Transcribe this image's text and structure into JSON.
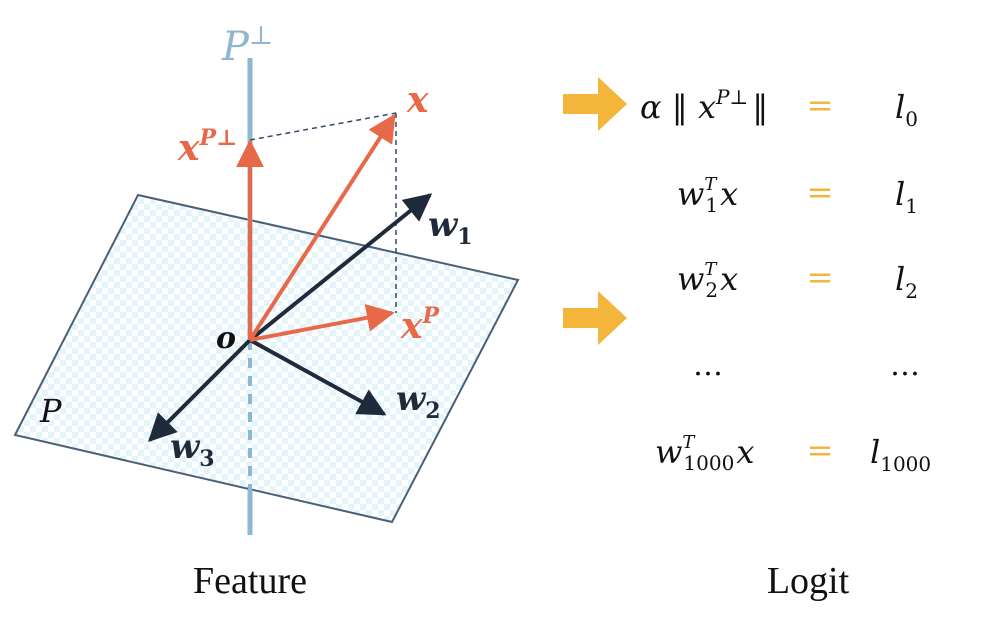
{
  "colors": {
    "axis_perp": "#8fb8d0",
    "plane_fill": "#eaf6fb",
    "plane_edge": "#4a5f78",
    "x_vectors": "#e8694a",
    "w_vectors": "#1f2a3a",
    "arrow_accent": "#f3b53a",
    "equals": "#f3b53a",
    "text": "#111111"
  },
  "feature": {
    "axis_label": "P",
    "axis_label_sup": "⊥",
    "origin_label": "o",
    "plane_label": "P",
    "x_label": "x",
    "xperp_label": "x",
    "xperp_sup": "P⊥",
    "xp_label": "x",
    "xp_sup": "P",
    "w1_label": "w",
    "w1_sub": "1",
    "w2_label": "w",
    "w2_sub": "2",
    "w3_label": "w",
    "w3_sub": "3",
    "caption": "Feature"
  },
  "logit": {
    "caption": "Logit",
    "rows": [
      {
        "lhs": "α ‖ x",
        "lhs_sup": "P⊥",
        "lhs_tail": "‖",
        "eq": "=",
        "rhs": "l",
        "rhs_sub": "0"
      },
      {
        "lhs": "w",
        "lhs_sup": "T",
        "lhs_sub": "1",
        "lhs_tail": "x",
        "eq": "=",
        "rhs": "l",
        "rhs_sub": "1"
      },
      {
        "lhs": "w",
        "lhs_sup": "T",
        "lhs_sub": "2",
        "lhs_tail": "x",
        "eq": "=",
        "rhs": "l",
        "rhs_sub": "2"
      },
      {
        "lhs": "…",
        "eq": "",
        "rhs": "…"
      },
      {
        "lhs": "w",
        "lhs_sup": "T",
        "lhs_sub": "1000",
        "lhs_tail": "x",
        "eq": "=",
        "rhs": "l",
        "rhs_sub": "1000"
      }
    ]
  }
}
